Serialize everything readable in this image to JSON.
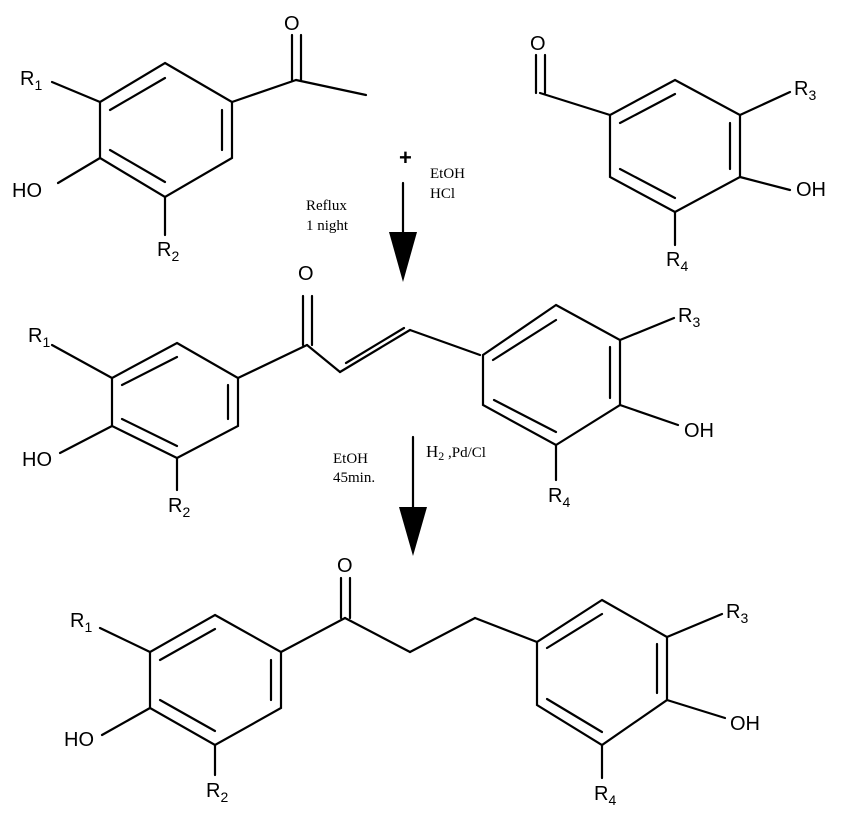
{
  "reactant_ketone": {
    "r1": "R",
    "r1_sub": "1",
    "r2": "R",
    "r2_sub": "2",
    "oh": "HO",
    "o": "O"
  },
  "reactant_aldehyde": {
    "r3": "R",
    "r3_sub": "3",
    "r4": "R",
    "r4_sub": "4",
    "oh": "OH",
    "o": "O"
  },
  "plus_sign": "+",
  "step1": {
    "left_line1": "Reflux",
    "left_line2": "1 night",
    "right_line1": "EtOH",
    "right_line2": "HCl"
  },
  "chalcone": {
    "r1": "R",
    "r1_sub": "1",
    "r2": "R",
    "r2_sub": "2",
    "r3": "R",
    "r3_sub": "3",
    "r4": "R",
    "r4_sub": "4",
    "oh_left": "HO",
    "oh_right": "OH",
    "o": "O"
  },
  "step2": {
    "left_line1": "EtOH",
    "left_line2": "45min.",
    "right_h": "H",
    "right_sub": "2",
    "right_rest": " ,Pd/Cl"
  },
  "dihydrochalcone": {
    "r1": "R",
    "r1_sub": "1",
    "r2": "R",
    "r2_sub": "2",
    "r3": "R",
    "r3_sub": "3",
    "r4": "R",
    "r4_sub": "4",
    "oh_left": "HO",
    "oh_right": "OH",
    "o": "O"
  }
}
